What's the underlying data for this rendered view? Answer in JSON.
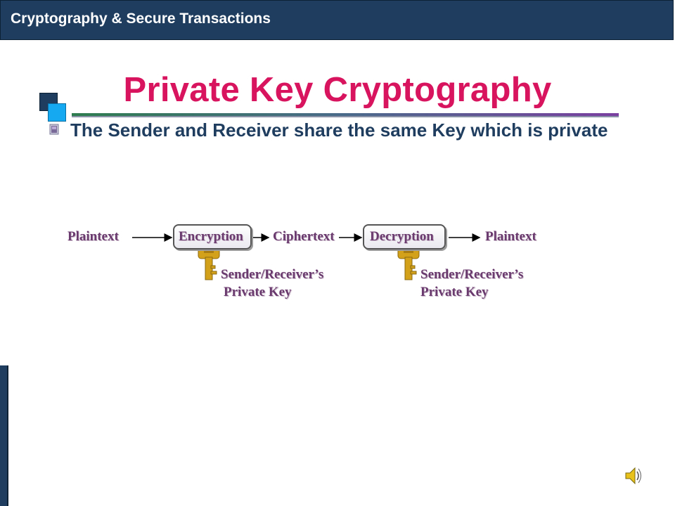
{
  "header": {
    "title": "Cryptography & Secure Transactions"
  },
  "slide": {
    "title": "Private Key Cryptography",
    "bullet": "The Sender and Receiver share the same Key which is private"
  },
  "diagram": {
    "plaintext_in": "Plaintext",
    "encryption": "Encryption",
    "ciphertext": "Ciphertext",
    "decryption": "Decryption",
    "plaintext_out": "Plaintext",
    "key_label_line1": "Sender/Receiver’s",
    "key_label_line2": "Private Key"
  },
  "colors": {
    "header_bg": "#1f3d5f",
    "title": "#d8145f",
    "bullet_text": "#1f3d5f",
    "diagram_text": "#6a3a6e",
    "key": "#d4a21a"
  },
  "icons": [
    "bullet-icon",
    "key-icon",
    "speaker-icon"
  ]
}
